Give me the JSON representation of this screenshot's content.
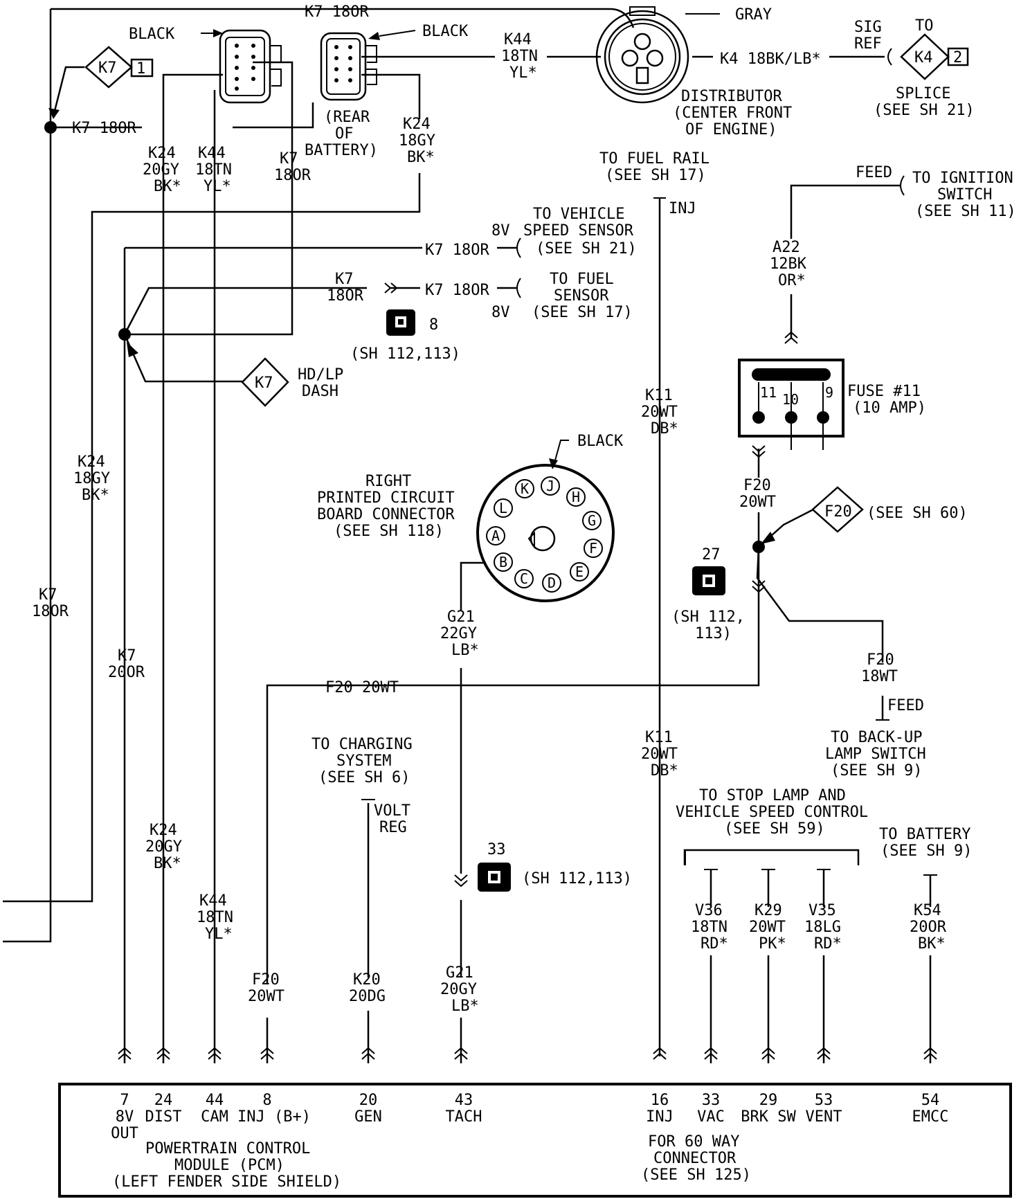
{
  "top_wire": {
    "label": "K7 18OR"
  },
  "k7_splice": {
    "letter": "K7",
    "num": "1",
    "wire": "K7 18OR"
  },
  "conn_left": {
    "color": "BLACK"
  },
  "conn_right": {
    "color": "BLACK",
    "note": [
      "(REAR",
      "OF",
      "BATTERY)"
    ]
  },
  "distributor": {
    "color": "GRAY",
    "name": [
      "DISTRIBUTOR",
      "(CENTER FRONT",
      "OF ENGINE)"
    ]
  },
  "k44_top": [
    "K44",
    "18TN",
    "YL*"
  ],
  "k4_wire": "K4  18BK/LB*",
  "sig_ref": [
    "SIG",
    "REF"
  ],
  "k4_splice": {
    "to": "TO",
    "letter": "K4",
    "num": "2",
    "splice": [
      "SPLICE",
      "(SEE SH 21)"
    ]
  },
  "k24_a": [
    "K24",
    "20GY",
    "BK*"
  ],
  "k44_a": [
    "K44",
    "18TN",
    "YL*"
  ],
  "k7_a": [
    "K7",
    "18OR"
  ],
  "k24_b": [
    "K24",
    "18GY",
    "BK*"
  ],
  "fuel_rail": [
    "TO FUEL RAIL",
    "(SEE SH 17)"
  ],
  "inj": "INJ",
  "feed_top": "FEED",
  "ign_switch": [
    "TO IGNITION",
    "SWITCH",
    "(SEE SH 11)"
  ],
  "vss": {
    "volt": "8V",
    "wire": "K7  18OR",
    "text": [
      "TO VEHICLE",
      "SPEED SENSOR",
      "(SEE SH 21)"
    ]
  },
  "fuel_sensor": {
    "wire_in": [
      "K7",
      "18OR"
    ],
    "wire_out": "K7  18OR",
    "volt": "8V",
    "text": [
      "TO FUEL",
      "SENSOR",
      "(SEE SH 17)"
    ]
  },
  "a22": [
    "A22",
    "12BK",
    "OR*"
  ],
  "conn8": {
    "num": "8",
    "ref": "(SH 112,113)"
  },
  "hdlp": {
    "letter": "K7",
    "text": [
      "HD/LP",
      "DASH"
    ]
  },
  "fuse": {
    "pins": [
      "11",
      "10",
      "9"
    ],
    "label": [
      "FUSE #11",
      "(10 AMP)"
    ]
  },
  "k11_a": [
    "K11",
    "20WT",
    "DB*"
  ],
  "pcb": {
    "color": "BLACK",
    "title": [
      "RIGHT",
      "PRINTED CIRCUIT",
      "BOARD CONNECTOR",
      "(SEE SH 118)"
    ],
    "pins": [
      "K",
      "J",
      "H",
      "L",
      "G",
      "A",
      "F",
      "B",
      "E",
      "C",
      "D"
    ]
  },
  "k24_c": [
    "K24",
    "18GY",
    "BK*"
  ],
  "f20_a": [
    "F20",
    "20WT"
  ],
  "f20_splice": {
    "letter": "F20",
    "ref": "(SEE SH 60)"
  },
  "k7_b": [
    "K7",
    "18OR"
  ],
  "conn27": {
    "num": "27",
    "ref": [
      "(SH 112,",
      "113)"
    ]
  },
  "g21_a": [
    "G21",
    "22GY",
    "LB*"
  ],
  "k7_c": [
    "K7",
    "20OR"
  ],
  "f20_wire": "F20  20WT",
  "f20_b": [
    "F20",
    "18WT"
  ],
  "feed_b": "FEED",
  "backup": [
    "TO BACK-UP",
    "LAMP SWITCH",
    "(SEE SH 9)"
  ],
  "charging": [
    "TO CHARGING",
    "SYSTEM",
    "(SEE SH 6)"
  ],
  "volt_reg": [
    "VOLT",
    "REG"
  ],
  "k11_b": [
    "K11",
    "20WT",
    "DB*"
  ],
  "stop_lamp": [
    "TO STOP LAMP AND",
    "VEHICLE SPEED CONTROL",
    "(SEE SH 59)"
  ],
  "to_battery": [
    "TO BATTERY",
    "(SEE SH 9)"
  ],
  "k24_d": [
    "K24",
    "20GY",
    "BK*"
  ],
  "conn33": {
    "num": "33",
    "ref": "(SH 112,113)"
  },
  "k44_b": [
    "K44",
    "18TN",
    "YL*"
  ],
  "f20_c": [
    "F20",
    "20WT"
  ],
  "k20": [
    "K20",
    "20DG"
  ],
  "g21_b": [
    "G21",
    "20GY",
    "LB*"
  ],
  "v36": [
    "V36",
    "18TN",
    "RD*"
  ],
  "k29": [
    "K29",
    "20WT",
    "PK*"
  ],
  "v35": [
    "V35",
    "18LG",
    "RD*"
  ],
  "k54": [
    "K54",
    "20OR",
    "BK*"
  ],
  "pcm": {
    "pins": [
      {
        "num": "7",
        "label": [
          "8V",
          "OUT"
        ]
      },
      {
        "num": "24",
        "label": [
          "DIST"
        ]
      },
      {
        "num": "44",
        "label": [
          "CAM"
        ]
      },
      {
        "num": "8",
        "label": [
          "INJ (B+)"
        ]
      },
      {
        "num": "20",
        "label": [
          "GEN"
        ]
      },
      {
        "num": "43",
        "label": [
          "TACH"
        ]
      },
      {
        "num": "16",
        "label": [
          "INJ"
        ]
      },
      {
        "num": "33",
        "label": [
          "VAC"
        ]
      },
      {
        "num": "29",
        "label": [
          "BRK SW"
        ]
      },
      {
        "num": "53",
        "label": [
          "VENT"
        ]
      },
      {
        "num": "54",
        "label": [
          "EMCC"
        ]
      }
    ],
    "name": [
      "POWERTRAIN CONTROL",
      "MODULE (PCM)",
      "(LEFT FENDER SIDE SHIELD)"
    ],
    "connector": [
      "FOR 60 WAY",
      "CONNECTOR",
      "(SEE SH 125)"
    ]
  }
}
